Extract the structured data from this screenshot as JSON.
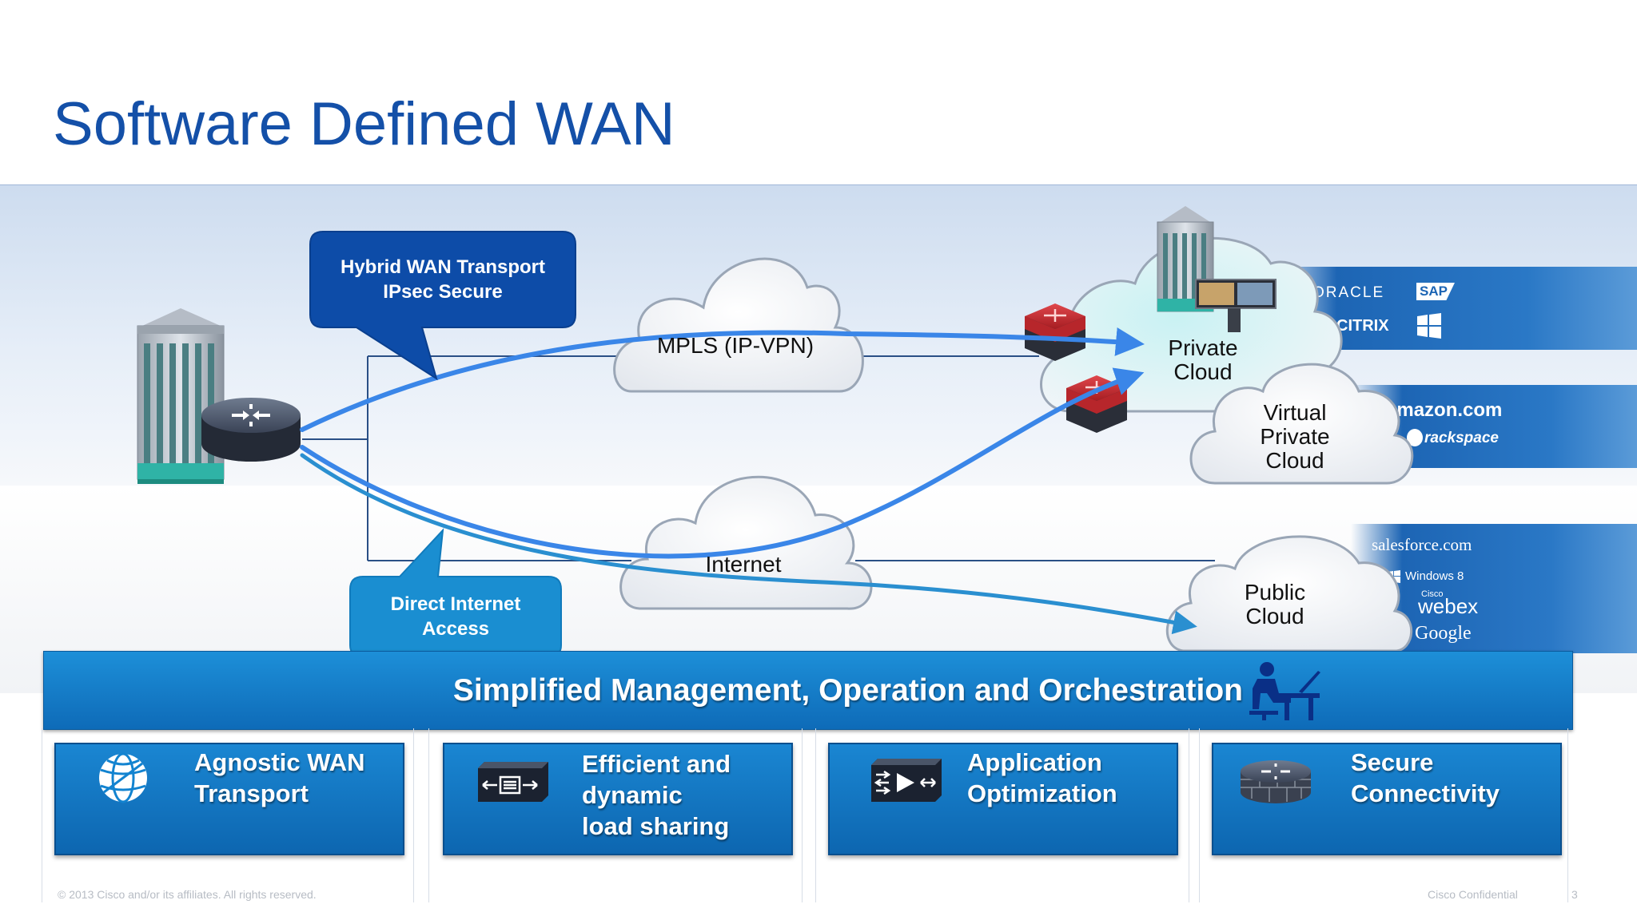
{
  "slide": {
    "title": "Software Defined WAN"
  },
  "callouts": {
    "hybrid": "Hybrid WAN Transport\nIPsec Secure",
    "direct": "Direct Internet\nAccess"
  },
  "clouds": {
    "mpls": "MPLS (IP-VPN)",
    "internet": "Internet",
    "private": "Private\nCloud",
    "virtual_private": "Virtual\nPrivate\nCloud",
    "public": "Public\nCloud"
  },
  "vendor_logos": {
    "private": [
      "ORACLE",
      "SAP",
      "CITRIX",
      "windows-logo"
    ],
    "virtual": [
      "amazon.com",
      "rackspace"
    ],
    "public": [
      "salesforce.com",
      "Windows 8",
      "Cisco",
      "webex",
      "Google"
    ]
  },
  "management": {
    "label": "Simplified Management, Operation and Orchestration",
    "icon": "operator-desk-icon"
  },
  "features": [
    {
      "label": "Agnostic WAN\nTransport",
      "icon": "globe-icon"
    },
    {
      "label": "Efficient and\ndynamic\nload sharing",
      "icon": "load-balancer-icon"
    },
    {
      "label": "Application\nOptimization",
      "icon": "wan-optimizer-icon"
    },
    {
      "label": "Secure\nConnectivity",
      "icon": "firewall-router-icon"
    }
  ],
  "footer": {
    "copyright": "© 2013 Cisco and/or its affiliates. All rights reserved.",
    "confidential": "Cisco Confidential",
    "page": "3"
  },
  "colors": {
    "title": "#1450a8",
    "arrow": "#3a86e8",
    "feature_blue": "#1283d0",
    "router_red": "#c8282d"
  }
}
